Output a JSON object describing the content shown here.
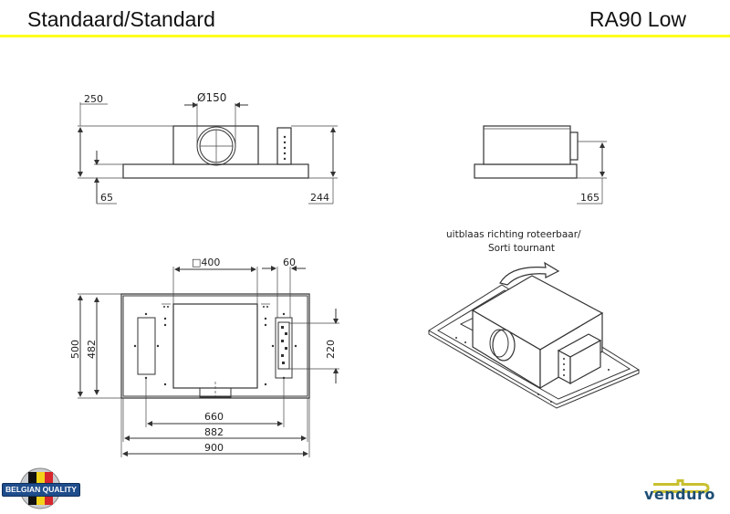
{
  "header": {
    "title_left": "Standaard/Standard",
    "title_right": "RA90 Low",
    "rule_color": "#ffff1a"
  },
  "front_view": {
    "dim_height_total": "250",
    "dim_duct_diameter": "Ø150",
    "dim_plate": "65",
    "dim_right": "244"
  },
  "side_view": {
    "dim_right": "165"
  },
  "plan_view": {
    "dim_square": "□400",
    "dim_bracket": "60",
    "dim_outer_depth": "500",
    "dim_inner_depth": "482",
    "dim_bracket_height": "220",
    "dim_hole_spacing": "660",
    "dim_inner_width": "882",
    "dim_outer_width": "900"
  },
  "iso_view": {
    "caption_line1": "uitblaas richting roteerbaar/",
    "caption_line2": "Sorti tournant"
  },
  "footer": {
    "badge_text": "BELGIAN QUALITY",
    "brand": "venduro",
    "brand_color": "#1d4e74",
    "brand_accent": "#c8c030"
  }
}
